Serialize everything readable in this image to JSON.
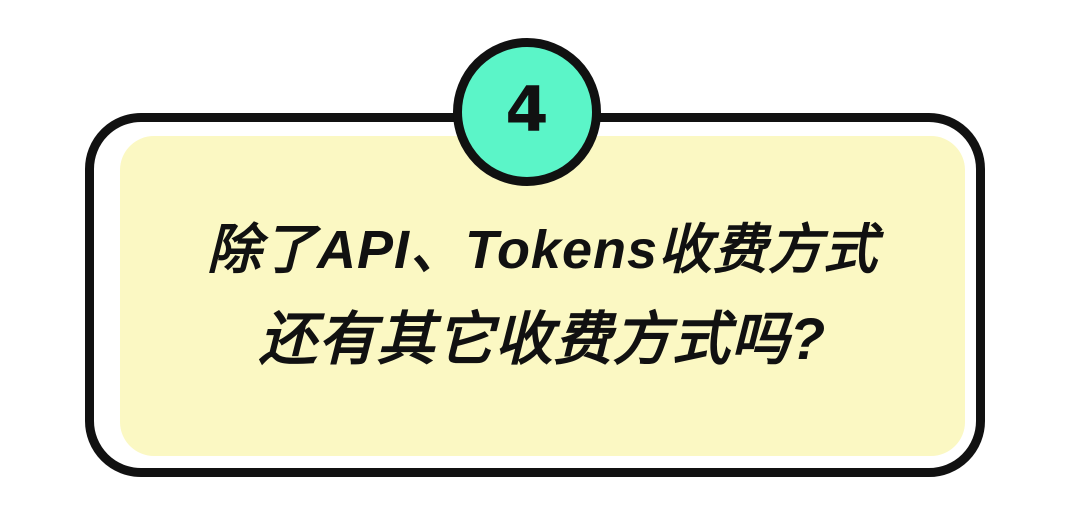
{
  "banner": {
    "badge": {
      "number": "4",
      "fill_color": "#5bf5c8",
      "outline_color": "#111111"
    },
    "card": {
      "fill_color": "#fbf8c3",
      "outline_color": "#111111",
      "background_color": "#ffffff"
    },
    "heading": {
      "line_1": "除了API、Tokens收费方式",
      "line_2": "还有其它收费方式吗?",
      "text_color": "#111111"
    }
  }
}
